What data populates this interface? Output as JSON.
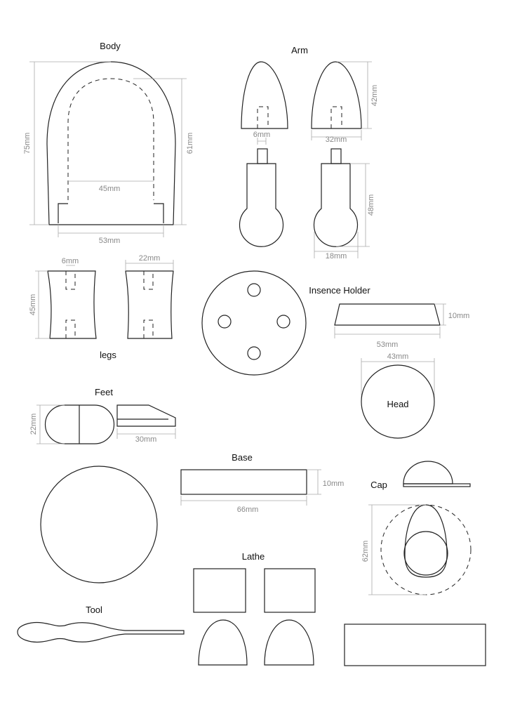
{
  "titles": {
    "body": "Body",
    "arm": "Arm",
    "legs": "legs",
    "insence_holder": "Insence Holder",
    "head": "Head",
    "feet": "Feet",
    "base": "Base",
    "cap": "Cap",
    "lathe": "Lathe",
    "tool": "Tool"
  },
  "dimensions": {
    "body_height": "75mm",
    "body_inner_height": "61mm",
    "body_inner_width": "45mm",
    "body_width": "53mm",
    "arm_peg": "6mm",
    "arm_width": "32mm",
    "arm_height": "42mm",
    "arm_lower_height": "48mm",
    "arm_lower_width": "18mm",
    "legs_peg": "6mm",
    "legs_width": "22mm",
    "legs_height": "45mm",
    "holder_height": "10mm",
    "holder_width": "53mm",
    "head_width": "43mm",
    "feet_height": "22mm",
    "feet_length": "30mm",
    "base_height": "10mm",
    "base_width": "66mm",
    "cap_height": "62mm"
  }
}
